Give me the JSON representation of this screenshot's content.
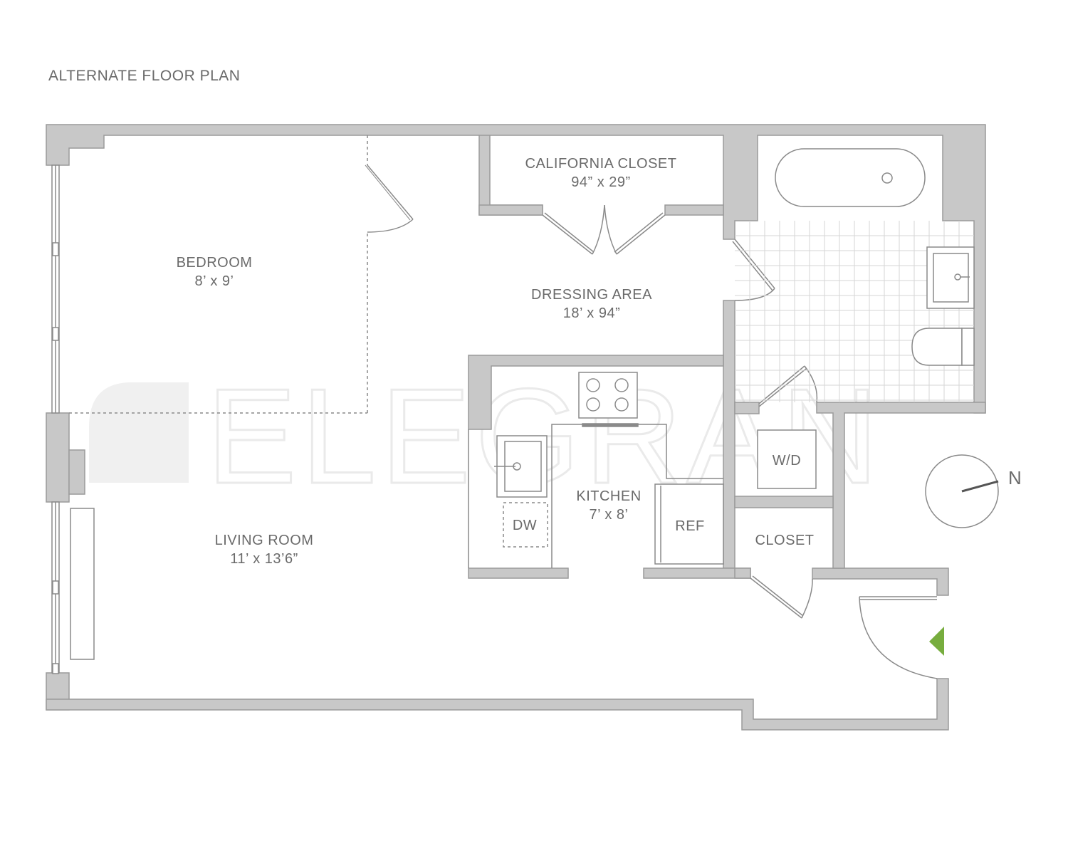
{
  "title": "ALTERNATE FLOOR PLAN",
  "rooms": {
    "bedroom": {
      "name": "BEDROOM",
      "size": "8’ x 9’"
    },
    "california_closet": {
      "name": "CALIFORNIA CLOSET",
      "size": "94” x 29”"
    },
    "dressing_area": {
      "name": "DRESSING AREA",
      "size": "18’ x 94”"
    },
    "kitchen": {
      "name": "KITCHEN",
      "size": "7’ x 8’"
    },
    "living_room": {
      "name": "LIVING ROOM",
      "size": "11’ x 13’6”"
    },
    "closet": {
      "name": "CLOSET"
    }
  },
  "appliances": {
    "dishwasher": "DW",
    "refrigerator": "REF",
    "washer_dryer": "W/D"
  },
  "compass": {
    "north_label": "N"
  },
  "watermark": {
    "text": "ELEGRAN"
  },
  "colors": {
    "wall": "#c8c8c8",
    "wall_edge": "#999999",
    "line": "#8a8a8a",
    "text": "#6a6a6a",
    "entry_arrow": "#77ad3e",
    "watermark": "#ececec"
  }
}
